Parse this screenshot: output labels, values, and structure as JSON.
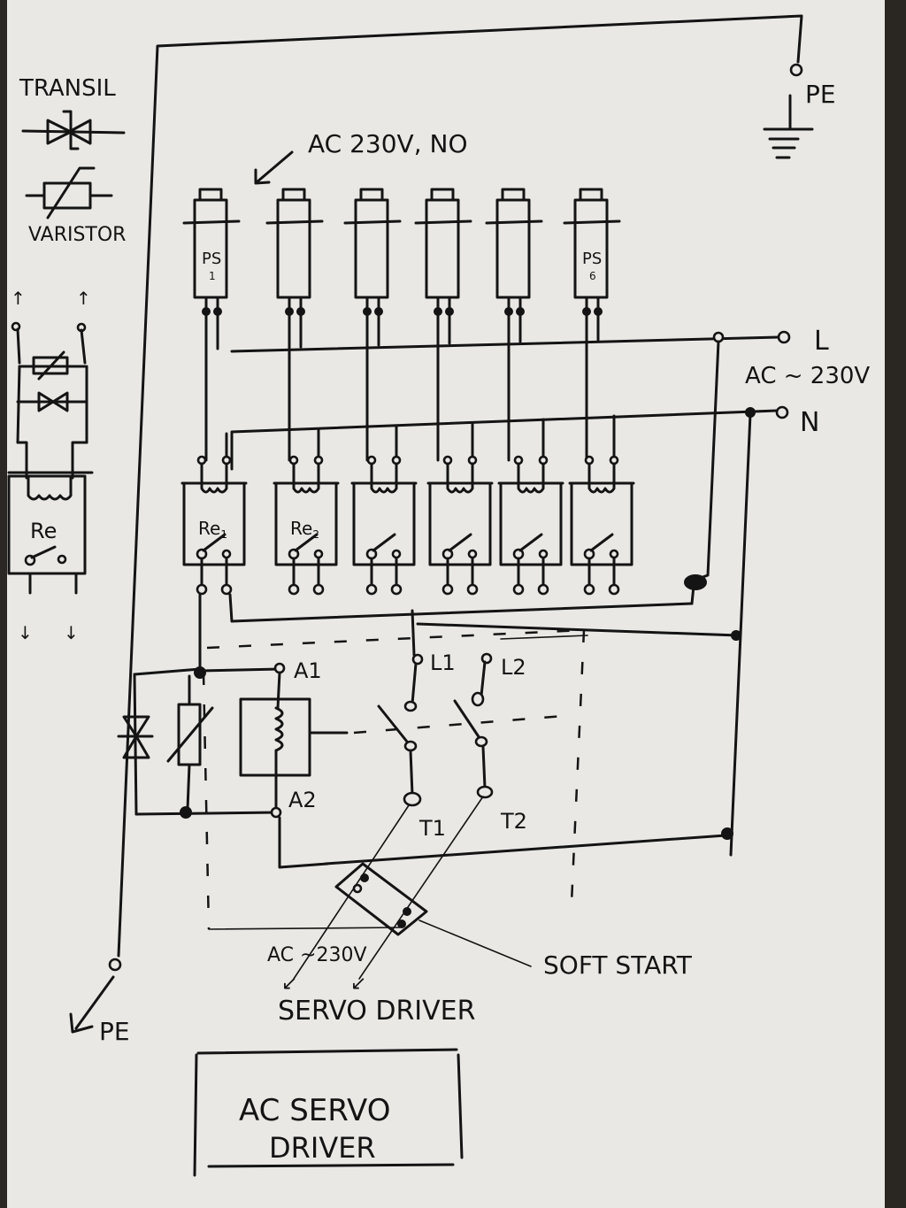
{
  "legend": {
    "transil_label": "TRANSIL",
    "varistor_label": "VARISTOR",
    "relay_module_label": "Re"
  },
  "power_supplies": {
    "annotation": "AC 230V, NO",
    "units": [
      {
        "label": "PS",
        "index": "1"
      },
      {
        "label": "",
        "index": ""
      },
      {
        "label": "",
        "index": ""
      },
      {
        "label": "",
        "index": ""
      },
      {
        "label": "",
        "index": ""
      },
      {
        "label": "PS",
        "index": "6"
      }
    ]
  },
  "mains": {
    "line_label": "L",
    "neutral_label": "N",
    "voltage_label": "AC ~ 230V",
    "earth_top_label": "PE",
    "earth_bottom_label": "PE"
  },
  "relays": [
    {
      "label": "Re",
      "index": "1"
    },
    {
      "label": "Re",
      "index": "2"
    },
    {
      "label": "",
      "index": ""
    },
    {
      "label": "",
      "index": ""
    },
    {
      "label": "",
      "index": ""
    },
    {
      "label": "",
      "index": ""
    }
  ],
  "contactor": {
    "coil_top": "A1",
    "coil_bottom": "A2",
    "line_in_1": "L1",
    "line_in_2": "L2",
    "load_out_1": "T1",
    "load_out_2": "T2"
  },
  "outputs": {
    "servo_supply_label": "AC ~230V",
    "servo_driver_label": "SERVO DRIVER",
    "soft_start_label": "SOFT START",
    "servo_box_line1": "AC SERVO",
    "servo_box_line2": "DRIVER"
  }
}
